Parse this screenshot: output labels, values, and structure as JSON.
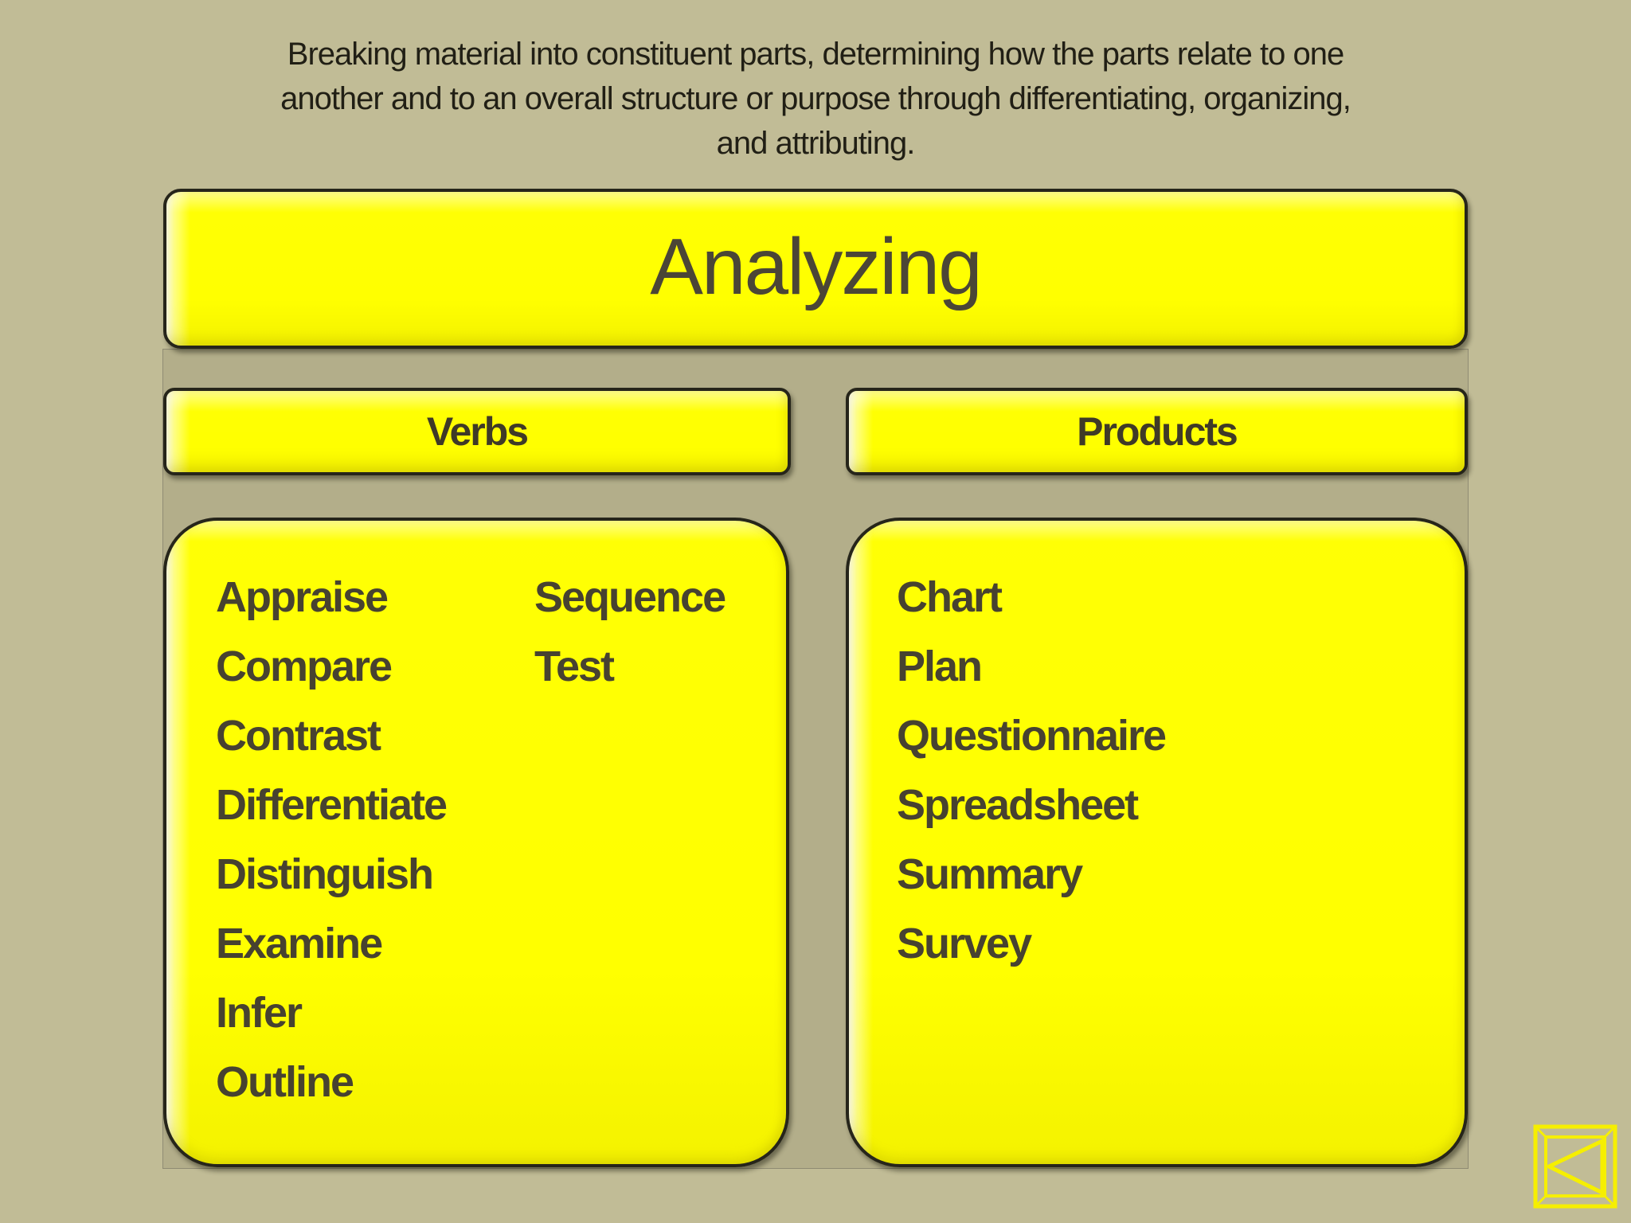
{
  "slide": {
    "description": "Breaking material into constituent parts, determining how the parts relate to one another and to an overall structure or purpose through differentiating, organizing, and attributing.",
    "description_lines": [
      "Breaking material into constituent parts, determining how the parts relate to one",
      "another and to an overall structure or purpose through differentiating, organizing,",
      "and attributing."
    ],
    "title": "Analyzing"
  },
  "verbs": {
    "header": "Verbs",
    "column1": [
      "Appraise",
      "Compare",
      "Contrast",
      "Differentiate",
      "Distinguish",
      "Examine",
      "Infer",
      "Outline"
    ],
    "column2": [
      "Sequence",
      "Test"
    ]
  },
  "products": {
    "header": "Products",
    "items": [
      "Chart",
      "Plan",
      "Questionnaire",
      "Spreadsheet",
      "Summary",
      "Survey"
    ]
  },
  "nav": {
    "back_icon": "previous-slide-left-triangle"
  },
  "colors": {
    "background": "#c1bc96",
    "panel_background": "#b3af92",
    "panel_border": "#8f8b73",
    "box_fill": "#ffff00",
    "box_border": "#26251a",
    "title_text": "#4b4636",
    "header_text": "#3f3a27",
    "item_text": "#474230",
    "description_text": "#211f15",
    "nav_icon": "#f6ef00"
  }
}
